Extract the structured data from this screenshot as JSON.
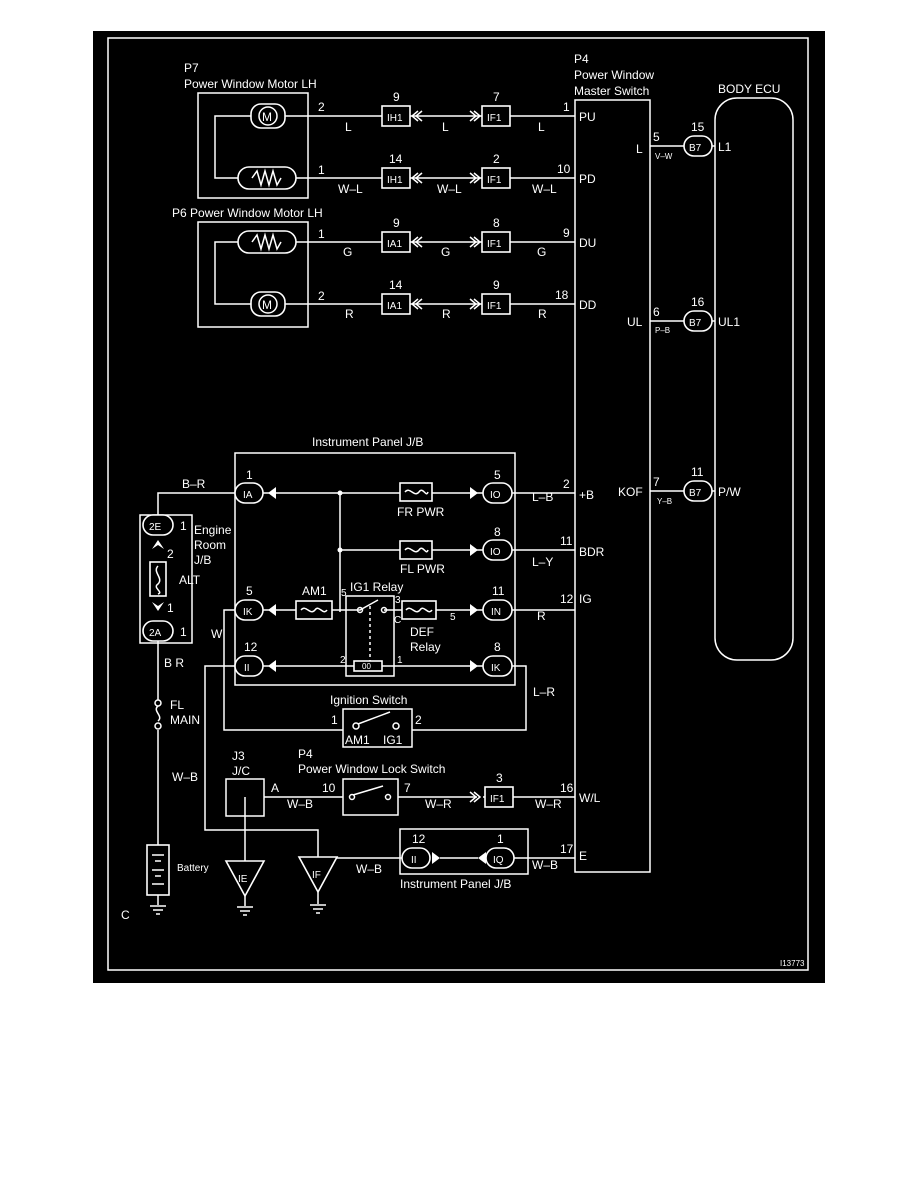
{
  "colors": {
    "background": "#000000",
    "ink": "#ffffff",
    "page": "#ffffff"
  },
  "labels": {
    "p7_id": "P7",
    "p7_name": "Power Window Motor LH",
    "p6_name": "P6 Power Window Motor LH",
    "p4_id": "P4",
    "p4_name_1": "Power Window",
    "p4_name_2": "Master Switch",
    "body_ecu": "BODY ECU",
    "ipjb_top": "Instrument Panel J/B",
    "ipjb_bottom": "Instrument Panel J/B",
    "erjb_1": "Engine",
    "erjb_2": "Room",
    "erjb_3": "J/B",
    "alt": "ALT",
    "fl_main_1": "FL",
    "fl_main_2": "MAIN",
    "battery": "Battery",
    "fr_pwr": "FR PWR",
    "fl_pwr": "FL PWR",
    "am1_fuse": "AM1",
    "ig1_relay": "IG1 Relay",
    "def_1": "DEF",
    "def_2": "Relay",
    "ign_switch": "Ignition Switch",
    "ign_am1": "AM1",
    "ign_ig1": "IG1",
    "j3_id": "J3",
    "j3_name": "J/C",
    "j3_pin": "A",
    "lock_id": "P4",
    "lock_name": "Power Window Lock Switch",
    "corner_c": "C",
    "fig_id": "I13773"
  },
  "connectors": {
    "ih1_a": "IH1",
    "if1_a": "IF1",
    "ih1_b": "IH1",
    "if1_b": "IF1",
    "ia1_a": "IA1",
    "if1_c": "IF1",
    "ia1_b": "IA1",
    "if1_d": "IF1",
    "b7_a": "B7",
    "b7_b": "B7",
    "b7_c": "B7",
    "ia": "IA",
    "io_a": "IO",
    "io_b": "IO",
    "ik_a": "IK",
    "in": "IN",
    "ii_a": "II",
    "ik_b": "IK",
    "if1_e": "IF1",
    "ii_b": "II",
    "iq": "IQ",
    "e2": "2E",
    "a2": "2A",
    "ie": "IE",
    "if_gnd": "IF"
  },
  "pins": {
    "p7_m": "2",
    "p7_r": "1",
    "ih1_a": "9",
    "if1_a": "7",
    "pu": "1",
    "ih1_b": "14",
    "if1_b": "2",
    "pd": "10",
    "p6_r": "1",
    "ia1_a": "9",
    "if1_c": "8",
    "du": "9",
    "p6_m": "2",
    "ia1_b": "14",
    "if1_d": "9",
    "dd": "18",
    "l_pin": "5",
    "b7_a": "15",
    "ul_pin": "6",
    "b7_b": "16",
    "kof_pin": "7",
    "b7_c": "11",
    "ia": "1",
    "io_a": "5",
    "b_pin": "2",
    "io_b": "8",
    "bdr_pin": "11",
    "ik_a": "5",
    "relay_5": "5",
    "relay_3": "3",
    "def_5": "5",
    "in": "11",
    "ig_pin": "12",
    "ii_a": "12",
    "relay_2": "2",
    "relay_1": "1",
    "ik_b": "8",
    "e2": "1",
    "alt_2": "2",
    "alt_1": "1",
    "a2": "1",
    "ign_1": "1",
    "ign_2": "2",
    "lock_10": "10",
    "lock_7": "7",
    "if1_e": "3",
    "wl_pin": "16",
    "ii_b": "12",
    "iq": "1",
    "e_pin": "17"
  },
  "terminals": {
    "pu": "PU",
    "pd": "PD",
    "du": "DU",
    "dd": "DD",
    "plus_b": "+B",
    "bdr": "BDR",
    "ig": "IG",
    "wl": "W/L",
    "e": "E",
    "l": "L",
    "ul": "UL",
    "kof": "KOF",
    "ecu_l1": "L1",
    "ecu_ul1": "UL1",
    "ecu_pw": "P/W",
    "relay_c": "C",
    "relay_coil": "00"
  },
  "wires": {
    "w1a": "L",
    "w1b": "L",
    "w1c": "L",
    "w2a": "W–L",
    "w2b": "W–L",
    "w2c": "W–L",
    "w3a": "G",
    "w3b": "G",
    "w3c": "G",
    "w4a": "R",
    "w4b": "R",
    "w4c": "R",
    "vw": "V–W",
    "pb": "P–B",
    "yb": "Y–B",
    "br_top": "B–R",
    "lb": "L–B",
    "ly": "L–Y",
    "r_ig": "R",
    "w_left": "W",
    "br_bot": "B  R",
    "lr": "L–R",
    "wb_left": "W–B",
    "wb_j3": "W–B",
    "wr_a": "W–R",
    "wr_b": "W–R",
    "wb_gnd": "W–B",
    "wb_e": "W–B"
  }
}
